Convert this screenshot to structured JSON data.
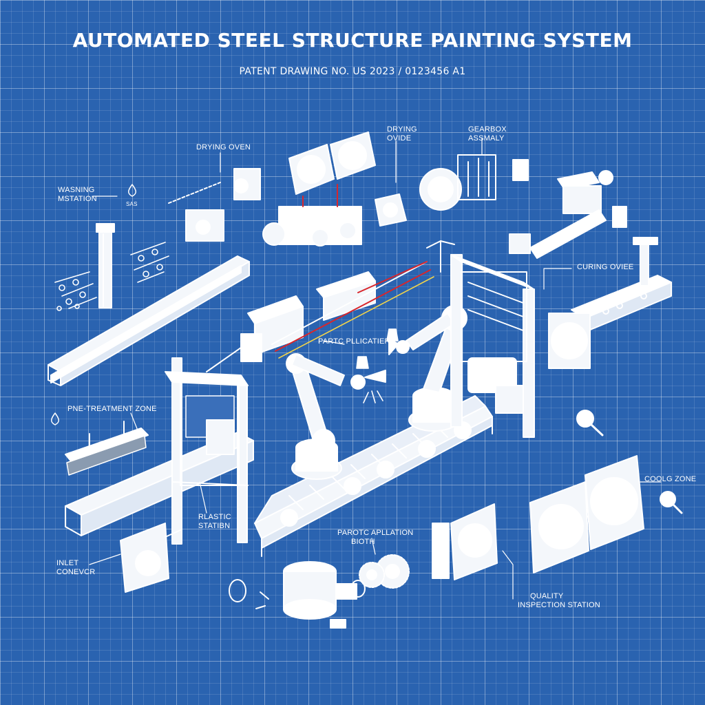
{
  "header": {
    "title": "AUTOMATED STEEL STRUCTURE PAINTING SYSTEM",
    "subtitle": "PATENT DRAWING NO. US 2023 / 0123456 A1"
  },
  "labels": {
    "washing_station": [
      "WASNING",
      "MSTATION"
    ],
    "drying_oven_left": "DRYING OVEN",
    "drying_oven_top": [
      "DRYING",
      "OVIDE"
    ],
    "gearbox_assembly": [
      "GEARBOX",
      "ASSMALY"
    ],
    "curing_oven": "CURING OVIEE",
    "paint_applicators": "PARTC PLLICATIERS",
    "pre_treatment_zone": "PNE-TREATMENT ZONE",
    "cooling_zone": "COOLG ZONE",
    "plastic_station": [
      "RLASTIC",
      "STATIBN"
    ],
    "paint_application_booth": [
      "PAROTC APLLATION",
      "BIOTH"
    ],
    "inlet_conveyor": [
      "INLET",
      "CONEVCR"
    ],
    "quality_inspection_station": [
      "QUALITY",
      "INSPECTION STATION"
    ],
    "water_icon_small_text": "SAS"
  },
  "colors": {
    "background": "#2a63b0",
    "grid_major": "rgba(255,255,255,0.28)",
    "line": "#ffffff",
    "accent_red": "#d8262c",
    "accent_yellow": "#f2d44a"
  }
}
